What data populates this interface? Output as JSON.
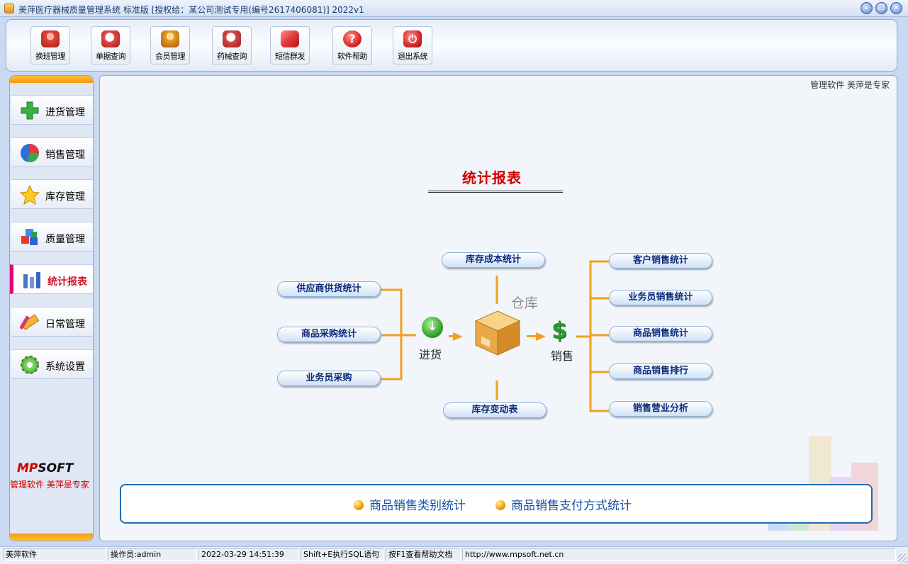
{
  "window": {
    "title": "美萍医疗器械质量管理系统 标准版 [授权给：某公司测试专用(编号2617406081)]  2022v1",
    "controls": [
      "minimize-icon",
      "restore-icon",
      "close-icon"
    ]
  },
  "toolbar": {
    "buttons": [
      {
        "label": "换班管理",
        "icon": "users-icon",
        "color": "#e0463b"
      },
      {
        "label": "单据查询",
        "icon": "search-icon",
        "color": "#e44c4c"
      },
      {
        "label": "会员管理",
        "icon": "member-icon",
        "color": "#e8a020"
      },
      {
        "label": "药械查询",
        "icon": "search-icon",
        "color": "#d94848"
      },
      {
        "label": "短信群发",
        "icon": "mail-icon",
        "color": "#e03a3a"
      },
      {
        "label": "软件帮助",
        "icon": "help-icon",
        "color": "#d92a2a"
      },
      {
        "label": "退出系统",
        "icon": "power-icon",
        "color": "#d9282a"
      }
    ]
  },
  "sidebar": {
    "items": [
      {
        "label": "进货管理",
        "icon": "plus-icon"
      },
      {
        "label": "销售管理",
        "icon": "pie-icon"
      },
      {
        "label": "库存管理",
        "icon": "star-icon"
      },
      {
        "label": "质量管理",
        "icon": "cubes-icon"
      },
      {
        "label": "统计报表",
        "icon": "bar-chart-icon",
        "active": true
      },
      {
        "label": "日常管理",
        "icon": "ruler-icon"
      },
      {
        "label": "系统设置",
        "icon": "gear-icon"
      }
    ],
    "brand_left": "MP",
    "brand_right": "SOFT",
    "slogan": "管理软件  美萍是专家"
  },
  "main": {
    "tagline": "管理软件  美萍是专家",
    "report_title": "统计报表",
    "flow": {
      "purchase_label": "进货",
      "warehouse_label": "仓库",
      "sales_label": "销售",
      "inputs": [
        "供应商供货统计",
        "商品采购统计",
        "业务员采购"
      ],
      "top": "库存成本统计",
      "bottom": "库存变动表",
      "outputs": [
        "客户销售统计",
        "业务员销售统计",
        "商品销售统计",
        "商品销售排行",
        "销售营业分析"
      ]
    },
    "bottom_links": [
      "商品销售类别统计",
      "商品销售支付方式统计"
    ]
  },
  "status": {
    "app": "美萍软件",
    "operator": "操作员:admin",
    "datetime": "2022-03-29 14:51:39",
    "hint_sql": "Shift+E执行SQL语句",
    "hint_help": "按F1查看帮助文档",
    "url": "http://www.mpsoft.net.cn"
  },
  "colors": {
    "accent": "#e0007a",
    "flow": "#f0a020",
    "link": "#1451a6",
    "title": "#d20000"
  }
}
